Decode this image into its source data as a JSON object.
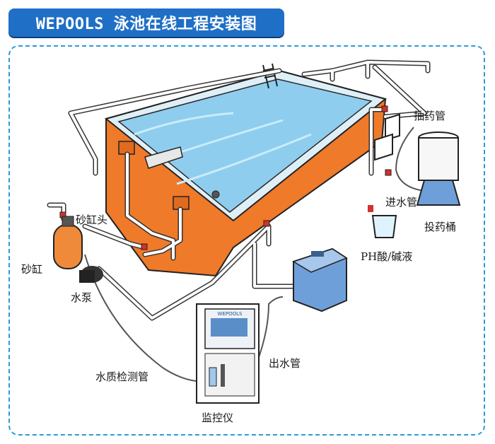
{
  "header": {
    "title": "WEPOOLS 泳池在线工程安装图"
  },
  "labels": {
    "sand_head": "砂缸头",
    "sand_tank": "砂缸",
    "pump": "水泵",
    "sampling_pipe": "水质检测管",
    "monitor": "监控仪",
    "outlet_pipe": "出水管",
    "ph_liquid": "PH酸/碱液",
    "suction_pipe": "抽药管",
    "inlet_pipe": "进水管",
    "dosing_bucket": "投药桶"
  },
  "monitor_brand": "WEPOOLS",
  "colors": {
    "title_bg": "#1f6fc6",
    "frame": "#2a9bd8",
    "pool_water": "#9fd3f0",
    "pool_wall": "#ef7a2a",
    "pipe": "#ffffff",
    "pipe_outline": "#333333",
    "tank": "#ef8a3a"
  }
}
